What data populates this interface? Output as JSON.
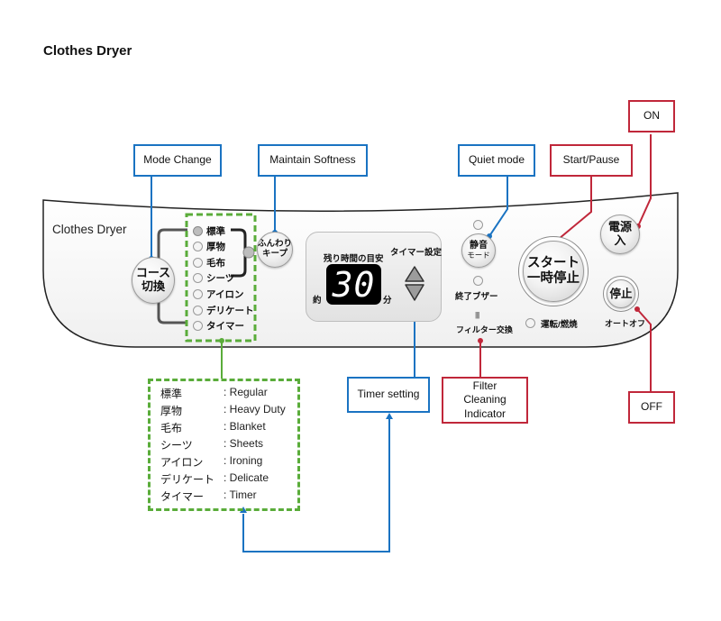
{
  "page_title": "Clothes Dryer",
  "panel": {
    "label": "Clothes Dryer",
    "course_button": "コース\n切換",
    "course_button_lines": [
      "コース",
      "切換"
    ],
    "course_options": [
      {
        "label": "標準",
        "selected": true
      },
      {
        "label": "厚物",
        "selected": false
      },
      {
        "label": "毛布",
        "selected": false
      },
      {
        "label": "シーツ",
        "selected": false
      },
      {
        "label": "アイロン",
        "selected": false
      },
      {
        "label": "デリケート",
        "selected": false
      },
      {
        "label": "タイマー",
        "selected": false
      }
    ],
    "softness_button_lines": [
      "ふんわり",
      "キープ"
    ],
    "display": {
      "remaining_label": "残り時間の目安",
      "timer_label": "タイマー設定",
      "prefix": "約",
      "value": "30",
      "unit": "分"
    },
    "quiet_button_lines": [
      "静音",
      "モード"
    ],
    "end_buzzer_label": "終了ブザー",
    "filter_icon": "||||",
    "filter_label": "フィルター交換",
    "start_button_lines": [
      "スタート",
      "一時停止"
    ],
    "run_label": "運転/燃焼",
    "power_button_lines": [
      "電源",
      "入"
    ],
    "stop_button": "停止",
    "auto_off_label": "オートオフ"
  },
  "callouts": {
    "mode_change": "Mode Change",
    "maintain_softness": "Maintain Softness",
    "quiet_mode": "Quiet mode",
    "start_pause": "Start/Pause",
    "on": "ON",
    "off": "OFF",
    "timer_setting": "Timer setting",
    "filter_cleaning": "Filter Cleaning Indicator"
  },
  "legend": [
    {
      "jp": "標準",
      "en": ": Regular"
    },
    {
      "jp": "厚物",
      "en": ": Heavy Duty"
    },
    {
      "jp": "毛布",
      "en": ": Blanket"
    },
    {
      "jp": "シーツ",
      "en": ": Sheets"
    },
    {
      "jp": "アイロン",
      "en": ": Ironing"
    },
    {
      "jp": "デリケート",
      "en": ": Delicate"
    },
    {
      "jp": "タイマー",
      "en": ": Timer"
    }
  ],
  "colors": {
    "blue_callout": "#1a73c2",
    "red_callout": "#c0273a",
    "green_group": "#5aac3a"
  }
}
